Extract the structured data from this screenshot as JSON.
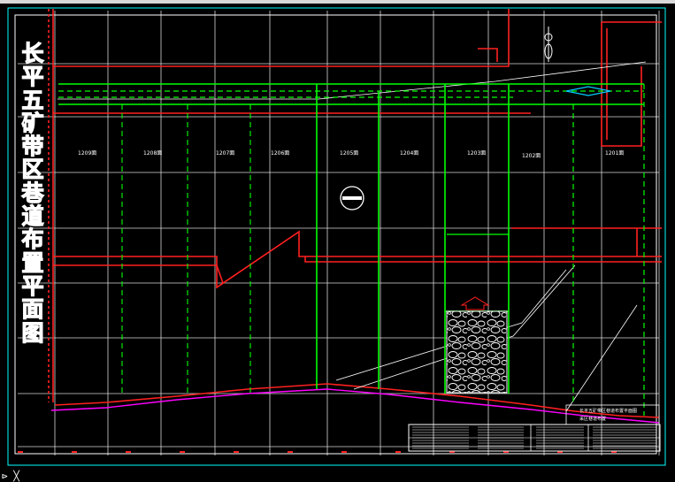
{
  "drawing": {
    "title_chars": [
      "长",
      "平",
      "五",
      "矿",
      "带",
      "区",
      "巷",
      "道",
      "布",
      "置",
      "平",
      "面",
      "图"
    ],
    "panels": [
      {
        "id": "p1209",
        "label": "1209面"
      },
      {
        "id": "p1208",
        "label": "1208面"
      },
      {
        "id": "p1207",
        "label": "1207面"
      },
      {
        "id": "p1206",
        "label": "1206面"
      },
      {
        "id": "p1205",
        "label": "1205面"
      },
      {
        "id": "p1204",
        "label": "1204面"
      },
      {
        "id": "p1203",
        "label": "1203面"
      },
      {
        "id": "p1202",
        "label": "1202面"
      },
      {
        "id": "p1201",
        "label": "1201面"
      }
    ],
    "stamp_line1": "长平五矿带区巷道布置平面图",
    "stamp_line2": "采区巷道布置",
    "ucs_icon": "ucs-axis-icon"
  },
  "colors": {
    "frame": "#00ffff",
    "grid": "#ffffff",
    "roadway": "#00ff00",
    "boundary": "#ff2020",
    "contour": "#ff00ff",
    "rock": "#ffffff",
    "water": "#00ccff"
  }
}
